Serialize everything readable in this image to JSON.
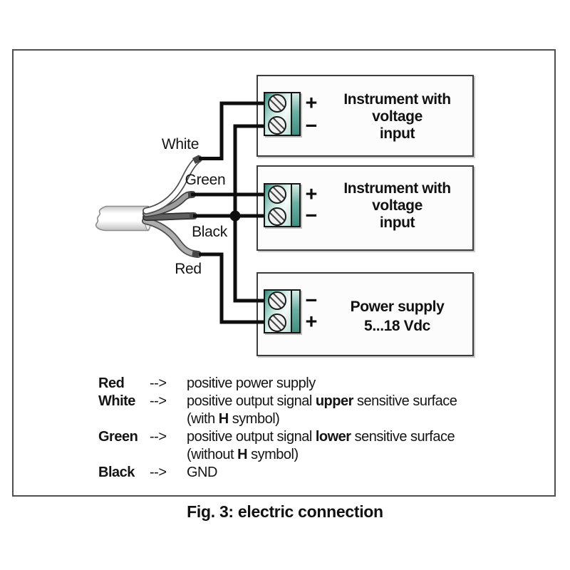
{
  "figure": {
    "caption": "Fig. 3: electric connection"
  },
  "diagram": {
    "cable": "multi-wire-cable",
    "wire_labels": {
      "white": "White",
      "green": "Green",
      "black": "Black",
      "red": "Red"
    },
    "boxes": [
      {
        "id": "instrument-1",
        "lines": [
          "Instrument with",
          "voltage",
          "input"
        ],
        "terminal_top": "+",
        "terminal_bottom": "−"
      },
      {
        "id": "instrument-2",
        "lines": [
          "Instrument with",
          "voltage",
          "input"
        ],
        "terminal_top": "+",
        "terminal_bottom": "−"
      },
      {
        "id": "power-supply",
        "lines": [
          "Power supply",
          "5...18 Vdc"
        ],
        "terminal_top": "−",
        "terminal_bottom": "+"
      }
    ],
    "colors": {
      "terminal_teal_dark": "#2e8476",
      "terminal_teal_light": "#f4fcf9",
      "line_black": "#0e0e0e",
      "wire_white": "#ffffff",
      "wire_green_gray": "#9c9c9c",
      "wire_black_gray": "#5f5f5f",
      "wire_red_gray": "#adadad"
    }
  },
  "legend": {
    "arrow": "-->",
    "rows": [
      {
        "name": "Red",
        "desc1_pre": "positive power supply",
        "desc1_bold": "",
        "desc1_post": "",
        "desc2_pre": "",
        "desc2_bold": "",
        "desc2_post": ""
      },
      {
        "name": "White",
        "desc1_pre": "positive output signal ",
        "desc1_bold": "upper",
        "desc1_post": " sensitive surface",
        "desc2_pre": "(with ",
        "desc2_bold": "H",
        "desc2_post": " symbol)"
      },
      {
        "name": "Green",
        "desc1_pre": "positive output signal ",
        "desc1_bold": "lower",
        "desc1_post": " sensitive surface",
        "desc2_pre": "(without ",
        "desc2_bold": "H",
        "desc2_post": " symbol)"
      },
      {
        "name": "Black",
        "desc1_pre": "GND",
        "desc1_bold": "",
        "desc1_post": "",
        "desc2_pre": "",
        "desc2_bold": "",
        "desc2_post": ""
      }
    ]
  }
}
